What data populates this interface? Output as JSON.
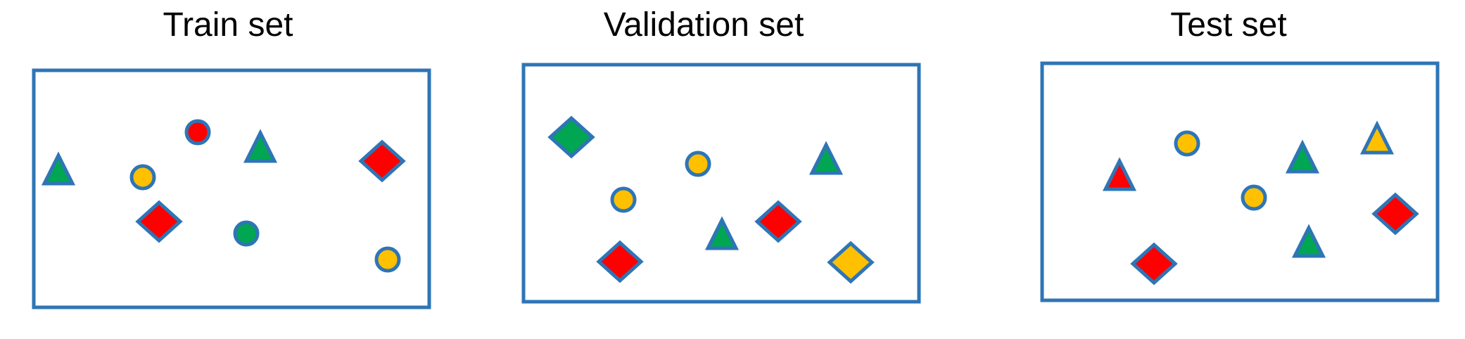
{
  "panels": [
    {
      "title": "Train set",
      "shapes": [
        {
          "kind": "triangle",
          "fill": "green",
          "name": "green-triangle"
        },
        {
          "kind": "circle",
          "fill": "yellow",
          "name": "yellow-circle"
        },
        {
          "kind": "circle",
          "fill": "red",
          "name": "red-circle"
        },
        {
          "kind": "triangle",
          "fill": "green",
          "name": "green-triangle"
        },
        {
          "kind": "diamond",
          "fill": "red",
          "name": "red-diamond"
        },
        {
          "kind": "diamond",
          "fill": "red",
          "name": "red-diamond"
        },
        {
          "kind": "circle",
          "fill": "green",
          "name": "green-circle"
        },
        {
          "kind": "circle",
          "fill": "yellow",
          "name": "yellow-circle"
        }
      ]
    },
    {
      "title": "Validation set",
      "shapes": [
        {
          "kind": "diamond",
          "fill": "green",
          "name": "green-diamond"
        },
        {
          "kind": "circle",
          "fill": "yellow",
          "name": "yellow-circle"
        },
        {
          "kind": "triangle",
          "fill": "green",
          "name": "green-triangle"
        },
        {
          "kind": "circle",
          "fill": "yellow",
          "name": "yellow-circle"
        },
        {
          "kind": "diamond",
          "fill": "red",
          "name": "red-diamond"
        },
        {
          "kind": "triangle",
          "fill": "green",
          "name": "green-triangle"
        },
        {
          "kind": "diamond",
          "fill": "red",
          "name": "red-diamond"
        },
        {
          "kind": "diamond",
          "fill": "yellow",
          "name": "yellow-diamond"
        }
      ]
    },
    {
      "title": "Test set",
      "shapes": [
        {
          "kind": "triangle",
          "fill": "red",
          "name": "red-triangle"
        },
        {
          "kind": "circle",
          "fill": "yellow",
          "name": "yellow-circle"
        },
        {
          "kind": "triangle",
          "fill": "green",
          "name": "green-triangle"
        },
        {
          "kind": "triangle",
          "fill": "yellow",
          "name": "yellow-triangle"
        },
        {
          "kind": "circle",
          "fill": "yellow",
          "name": "yellow-circle"
        },
        {
          "kind": "diamond",
          "fill": "red",
          "name": "red-diamond"
        },
        {
          "kind": "triangle",
          "fill": "green",
          "name": "green-triangle"
        },
        {
          "kind": "diamond",
          "fill": "red",
          "name": "red-diamond"
        }
      ]
    }
  ],
  "colors": {
    "outline": "#2e75b6",
    "red": "#ff0000",
    "green": "#00a651",
    "yellow": "#ffc000"
  }
}
